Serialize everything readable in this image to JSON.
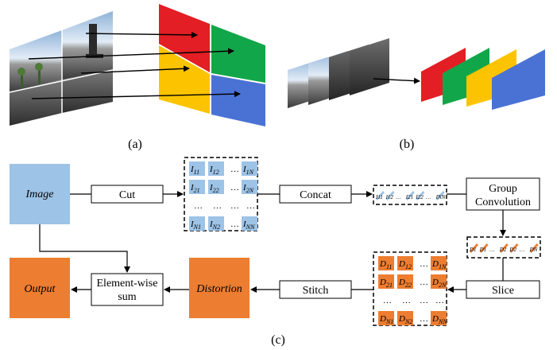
{
  "panels": {
    "a_caption": "(a)",
    "b_caption": "(b)",
    "c_caption": "(c)"
  },
  "colors": {
    "red": "#e31e24",
    "green": "#12a64a",
    "yellow": "#fcc400",
    "blue": "#4a72d4",
    "input_blue": "#9dc3e6",
    "output_orange": "#ed7d31",
    "tile_blue": "#9dc3e6",
    "tile_orange": "#ed7d31"
  },
  "flow": {
    "image_label": "Image",
    "output_label": "Output",
    "distortion_label": "Distortion",
    "cut_label": "Cut",
    "concat_label": "Concat",
    "group_conv_line1": "Group",
    "group_conv_line2": "Convolution",
    "slice_label": "Slice",
    "stitch_label": "Stitch",
    "sum_line1": "Element-wise",
    "sum_line2": "sum"
  },
  "input_grid": {
    "rows": [
      [
        "I",
        "11",
        "I",
        "12",
        "…",
        "I",
        "1N"
      ],
      [
        "I",
        "21",
        "I",
        "22",
        "…",
        "I",
        "2N"
      ],
      [
        "…",
        "",
        "…",
        "",
        "…",
        "…",
        ""
      ],
      [
        "I",
        "N1",
        "I",
        "N2",
        "…",
        "I",
        "NN"
      ]
    ]
  },
  "output_grid": {
    "rows": [
      [
        "D",
        "11",
        "D",
        "12",
        "…",
        "D",
        "1N"
      ],
      [
        "D",
        "21",
        "D",
        "22",
        "…",
        "D",
        "2N"
      ],
      [
        "…",
        "",
        "…",
        "",
        "…",
        "…",
        ""
      ],
      [
        "D",
        "N1",
        "D",
        "N2",
        "…",
        "D",
        "NN"
      ]
    ]
  },
  "concat_strip": [
    "I11",
    "I12",
    "…",
    "I21",
    "I22",
    "…",
    "INN"
  ],
  "slice_strip": [
    "D1",
    "D1",
    "…",
    "D2",
    "D2",
    "…",
    "DN"
  ]
}
